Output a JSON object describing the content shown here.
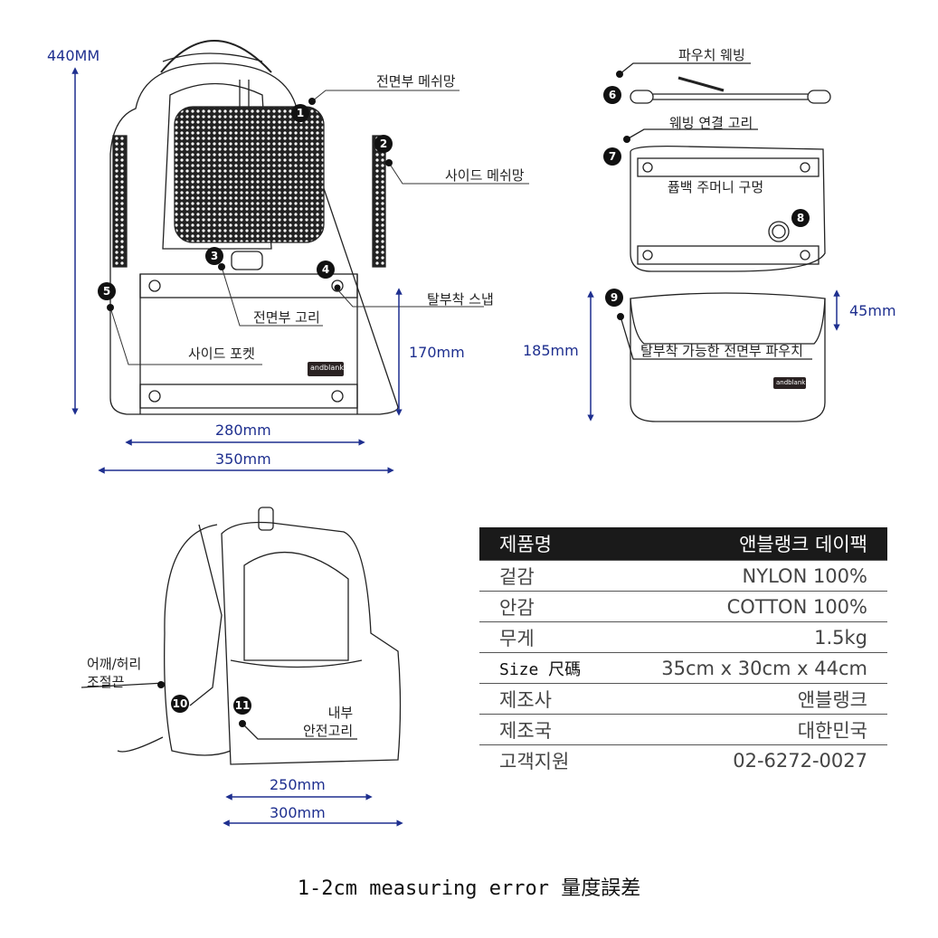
{
  "front_view": {
    "height_label": "440MM",
    "width_inner_label": "280mm",
    "width_outer_label": "350mm",
    "pocket_height_label": "170mm",
    "brand_tag": "andblank",
    "callouts": [
      {
        "num": "1",
        "label": "전면부 메쉬망"
      },
      {
        "num": "2",
        "label": "사이드 메쉬망"
      },
      {
        "num": "3",
        "label": "전면부 고리"
      },
      {
        "num": "4",
        "label": "탈부착 스냅"
      },
      {
        "num": "5",
        "label": "사이드 포켓"
      }
    ]
  },
  "accessories": {
    "callouts": [
      {
        "num": "6",
        "label": "파우치 웨빙"
      },
      {
        "num": "7",
        "label": "웨빙 연결 고리"
      },
      {
        "num": "8",
        "label": "퓹백 주머니 구멍"
      },
      {
        "num": "9",
        "label": "탈부착 가능한 전면부 파우치"
      }
    ],
    "pouch_height_label": "185mm",
    "pouch_top_label": "45mm",
    "brand_tag": "andblank"
  },
  "side_view": {
    "callouts": [
      {
        "num": "10",
        "label_line1": "어깨/허리",
        "label_line2": "조절끈"
      },
      {
        "num": "11",
        "label_line1": "내부",
        "label_line2": "안전고리"
      }
    ],
    "width_inner_label": "250mm",
    "width_outer_label": "300mm"
  },
  "spec_table": {
    "header": {
      "key": "제품명",
      "value": "앤블랭크 데이팩"
    },
    "rows": [
      {
        "key": "겉감",
        "value": "NYLON 100%"
      },
      {
        "key": "안감",
        "value": "COTTON 100%"
      },
      {
        "key": "무게",
        "value": "1.5kg"
      },
      {
        "key": "Size 尺碼",
        "value": "35cm x 30cm x 44cm"
      },
      {
        "key": "제조사",
        "value": "앤블랭크"
      },
      {
        "key": "제조국",
        "value": "대한민국"
      },
      {
        "key": "고객지원",
        "value": "02-6272-0027"
      }
    ]
  },
  "footer_note": "1-2cm measuring error 量度誤差",
  "colors": {
    "dimension": "#1e2f8f",
    "table_header": "#1a1a1a"
  }
}
